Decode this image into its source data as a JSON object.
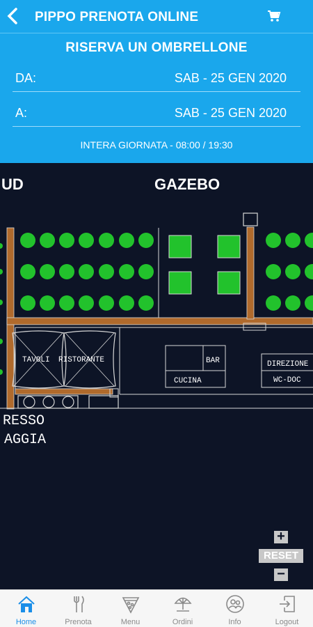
{
  "header": {
    "title": "PIPPO PRENOTA ONLINE",
    "back_icon": "chevron-left-icon",
    "cart_icon": "cart-icon"
  },
  "reservation": {
    "title": "RISERVA UN OMBRELLONE",
    "from_label": "DA:",
    "from_value": "SAB - 25 GEN 2020",
    "to_label": "A:",
    "to_value": "SAB - 25 GEN 2020",
    "time_slot": "INTERA GIORNATA - 08:00 / 19:30"
  },
  "map": {
    "labels": {
      "left_area": "UD",
      "gazebo": "GAZEBO",
      "tavoli": "TAVOLI",
      "ristorante": "RISTORANTE",
      "bar": "BAR",
      "cucina": "CUCINA",
      "direzione": "DIREZIONE",
      "wc": "WC-DOC",
      "ingresso": "RESSO",
      "spiaggia": "AGGIA"
    },
    "colors": {
      "umbrella_free": "#22c22c",
      "wood": "#b06a2c",
      "background": "#0d1426",
      "lines": "#d8d8d8"
    }
  },
  "zoom": {
    "plus": "+",
    "reset": "RESET",
    "minus": "−"
  },
  "tabs": [
    {
      "label": "Home",
      "icon": "home-icon",
      "active": true
    },
    {
      "label": "Prenota",
      "icon": "fork-knife-icon",
      "active": false
    },
    {
      "label": "Menu",
      "icon": "pizza-icon",
      "active": false
    },
    {
      "label": "Ordini",
      "icon": "beach-umbrella-icon",
      "active": false
    },
    {
      "label": "Info",
      "icon": "info-people-icon",
      "active": false
    },
    {
      "label": "Logout",
      "icon": "logout-icon",
      "active": false
    }
  ]
}
